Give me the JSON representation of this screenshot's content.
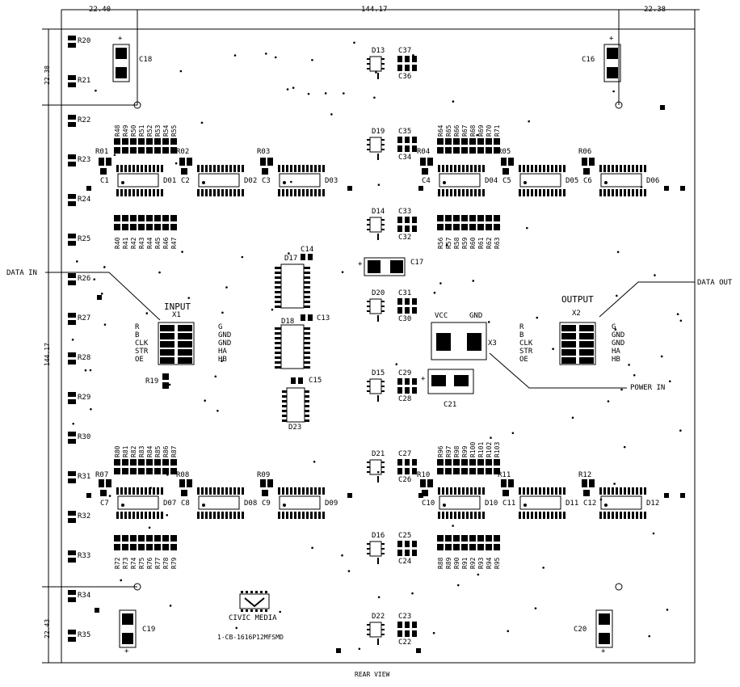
{
  "dimensions": {
    "top_left": "22.40",
    "top_middle": "144.17",
    "top_right": "22.38",
    "left_top": "22.38",
    "left_middle": "144.17",
    "left_bottom": "22.43"
  },
  "callouts": {
    "data_in": "DATA IN",
    "data_out": "DATA OUT",
    "power_in": "POWER IN"
  },
  "connectors": {
    "input_title": "INPUT",
    "input_ref": "X1",
    "input_pins_left": [
      "R",
      "B",
      "CLK",
      "STR",
      "OE"
    ],
    "input_pins_right": [
      "G",
      "GND",
      "GND",
      "HA",
      "HB"
    ],
    "output_title": "OUTPUT",
    "output_ref": "X2",
    "output_pins_left": [
      "R",
      "B",
      "CLK",
      "STR",
      "OE"
    ],
    "output_pins_right": [
      "G",
      "GND",
      "GND",
      "HA",
      "HB"
    ],
    "power_ref": "X3",
    "power_vcc": "VCC",
    "power_gnd": "GND"
  },
  "footer": {
    "brand": "CIVIC MEDIA",
    "part_number": "1-CB-1616P12MFSMD",
    "view": "REAR VIEW"
  },
  "left_resistors": [
    "R20",
    "R21",
    "R22",
    "R23",
    "R24",
    "R25",
    "R26",
    "R27",
    "R28",
    "R29",
    "R30",
    "R31",
    "R32",
    "R33",
    "R34",
    "R35"
  ],
  "drivers": {
    "top": [
      {
        "ic": "D01",
        "r": "R01",
        "c": "C1"
      },
      {
        "ic": "D02",
        "r": "R02",
        "c": "C2"
      },
      {
        "ic": "D03",
        "r": "R03",
        "c": "C3"
      },
      {
        "ic": "D04",
        "r": "R04",
        "c": "C4"
      },
      {
        "ic": "D05",
        "r": "R05",
        "c": "C5"
      },
      {
        "ic": "D06",
        "r": "R06",
        "c": "C6"
      }
    ],
    "bottom": [
      {
        "ic": "D07",
        "r": "R07",
        "c": "C7"
      },
      {
        "ic": "D08",
        "r": "R08",
        "c": "C8"
      },
      {
        "ic": "D09",
        "r": "R09",
        "c": "C9"
      },
      {
        "ic": "D10",
        "r": "R10",
        "c": "C10"
      },
      {
        "ic": "D11",
        "r": "R11",
        "c": "C11"
      },
      {
        "ic": "D12",
        "r": "R12",
        "c": "C12"
      }
    ]
  },
  "resistor_banks": {
    "top_left_upper": [
      "R48",
      "R49",
      "R50",
      "R51",
      "R52",
      "R53",
      "R54",
      "R55"
    ],
    "top_left_lower": [
      "R40",
      "R41",
      "R42",
      "R43",
      "R44",
      "R45",
      "R46",
      "R47"
    ],
    "top_right_upper": [
      "R64",
      "R65",
      "R66",
      "R67",
      "R68",
      "R69",
      "R70",
      "R71"
    ],
    "top_right_lower": [
      "R56",
      "R57",
      "R58",
      "R59",
      "R60",
      "R61",
      "R62",
      "R63"
    ],
    "bottom_left_upper": [
      "R80",
      "R81",
      "R82",
      "R83",
      "R84",
      "R85",
      "R86",
      "R87"
    ],
    "bottom_left_lower": [
      "R72",
      "R73",
      "R74",
      "R75",
      "R76",
      "R77",
      "R78",
      "R79"
    ],
    "bottom_right_upper": [
      "R96",
      "R97",
      "R98",
      "R99",
      "R100",
      "R101",
      "R102",
      "R103"
    ],
    "bottom_right_lower": [
      "R88",
      "R89",
      "R90",
      "R91",
      "R92",
      "R93",
      "R94",
      "R95"
    ]
  },
  "center_column": [
    {
      "d": "D13",
      "c_top": "C37",
      "c_bot": "C36"
    },
    {
      "d": "D19",
      "c_top": "C35",
      "c_bot": "C34"
    },
    {
      "d": "D14",
      "c_top": "C33",
      "c_bot": "C32"
    },
    {
      "d": "D20",
      "c_top": "C31",
      "c_bot": "C30"
    },
    {
      "d": "D15",
      "c_top": "C29",
      "c_bot": "C28"
    },
    {
      "d": "D21",
      "c_top": "C27",
      "c_bot": "C26"
    },
    {
      "d": "D16",
      "c_top": "C25",
      "c_bot": "C24"
    },
    {
      "d": "D22",
      "c_top": "C23",
      "c_bot": "C22"
    }
  ],
  "big_caps": {
    "c16": "C16",
    "c17": "C17",
    "c18": "C18",
    "c19": "C19",
    "c20": "C20",
    "c21": "C21",
    "plus": "+"
  },
  "logic_ics": {
    "d17": "D17",
    "d18": "D18",
    "d23": "D23",
    "c13": "C13",
    "c14": "C14",
    "c15": "C15",
    "r19": "R19"
  }
}
